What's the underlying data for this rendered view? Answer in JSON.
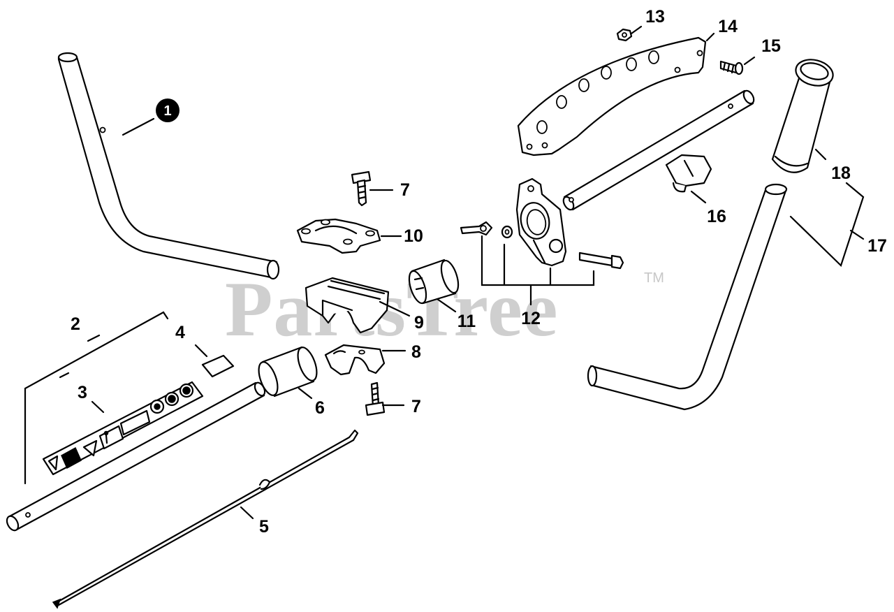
{
  "watermark": {
    "text": "PartsTree",
    "tm": "TM"
  },
  "callouts": {
    "c1": "1",
    "c2": "2",
    "c3": "3",
    "c4": "4",
    "c5": "5",
    "c6": "6",
    "c7a": "7",
    "c7b": "7",
    "c8": "8",
    "c9": "9",
    "c10": "10",
    "c11": "11",
    "c12": "12",
    "c13": "13",
    "c14": "14",
    "c15": "15",
    "c16": "16",
    "c17": "17",
    "c18": "18"
  },
  "colors": {
    "line": "#000000",
    "watermark": "#c7c7c7",
    "background": "#ffffff"
  },
  "icons": [
    "warning-icon",
    "manual-icon",
    "hazard-icon",
    "bystander-icon",
    "eye-protection-icon",
    "ear-protection-icon",
    "boot-icon"
  ]
}
